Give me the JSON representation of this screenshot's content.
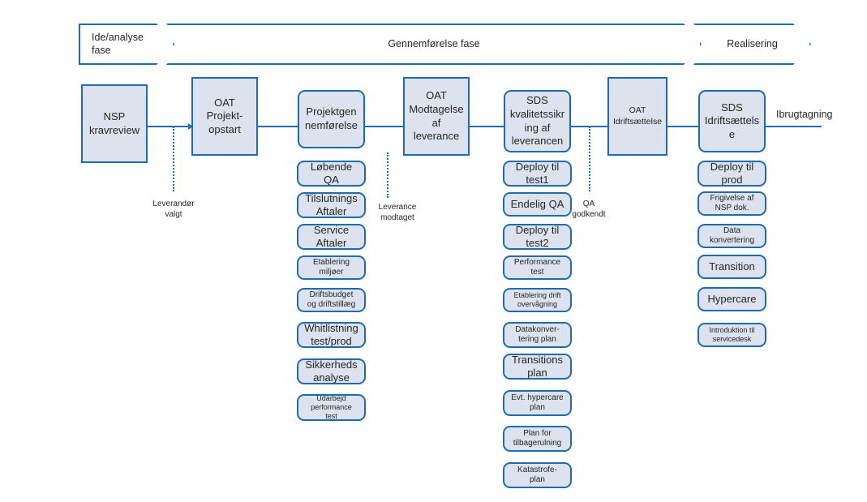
{
  "diagram": {
    "title_phases": [
      {
        "label": "Ide/analyse\nfase"
      },
      {
        "label": "Gennemførelse fase"
      },
      {
        "label": "Realisering"
      }
    ],
    "main_boxes": [
      {
        "label": "NSP\nkravreview"
      },
      {
        "label": "OAT\nProjekt-\nopstart"
      },
      {
        "label": "Projektgen\nnemførelse"
      },
      {
        "label": "OAT\nModtagelse\naf\nleverance"
      },
      {
        "label": "SDS\nkvalitetssikr\ning af\nleverancen"
      },
      {
        "label": "OAT\nIdriftsættelse"
      },
      {
        "label": "SDS\nIdriftsættels\ne"
      }
    ],
    "column_projekt": [
      {
        "label": "Løbende\nQA"
      },
      {
        "label": "Tilslutnings\nAftaler"
      },
      {
        "label": "Service\nAftaler"
      },
      {
        "label": "Etablering\nmiljøer"
      },
      {
        "label": "Driftsbudget\nog driftstillæg"
      },
      {
        "label": "Whitlistning\ntest/prod"
      },
      {
        "label": "Sikkerheds\nanalyse"
      },
      {
        "label": "Udarbejd\nperformance\ntest"
      }
    ],
    "column_sds": [
      {
        "label": "Deploy til\ntest1"
      },
      {
        "label": "Endelig QA"
      },
      {
        "label": "Deploy til\ntest2"
      },
      {
        "label": "Performance\ntest"
      },
      {
        "label": "Etablering drift\novervågning"
      },
      {
        "label": "Datakonver-\ntering plan"
      },
      {
        "label": "Transitions\nplan"
      },
      {
        "label": "Evt. hypercare\nplan"
      },
      {
        "label": "Plan for\ntilbagerulning"
      },
      {
        "label": "Katastrofe-\nplan"
      }
    ],
    "column_idrift": [
      {
        "label": "Deploy til\nprod"
      },
      {
        "label": "Frigivelse af\nNSP dok."
      },
      {
        "label": "Data\nkonvertering"
      },
      {
        "label": "Transition"
      },
      {
        "label": "Hypercare"
      },
      {
        "label": "Introduktion til\nservicedesk"
      }
    ],
    "milestones": [
      {
        "label": "Leverandør\nvalgt"
      },
      {
        "label": "Leverance\nmodtaget"
      },
      {
        "label": "QA\ngodkendt"
      }
    ],
    "end_label": "Ibrugtagning",
    "colors": {
      "box_fill": "#DCE3EF",
      "border": "#1F6BB0",
      "text": "#262626",
      "background": "#FFFFFF"
    }
  }
}
